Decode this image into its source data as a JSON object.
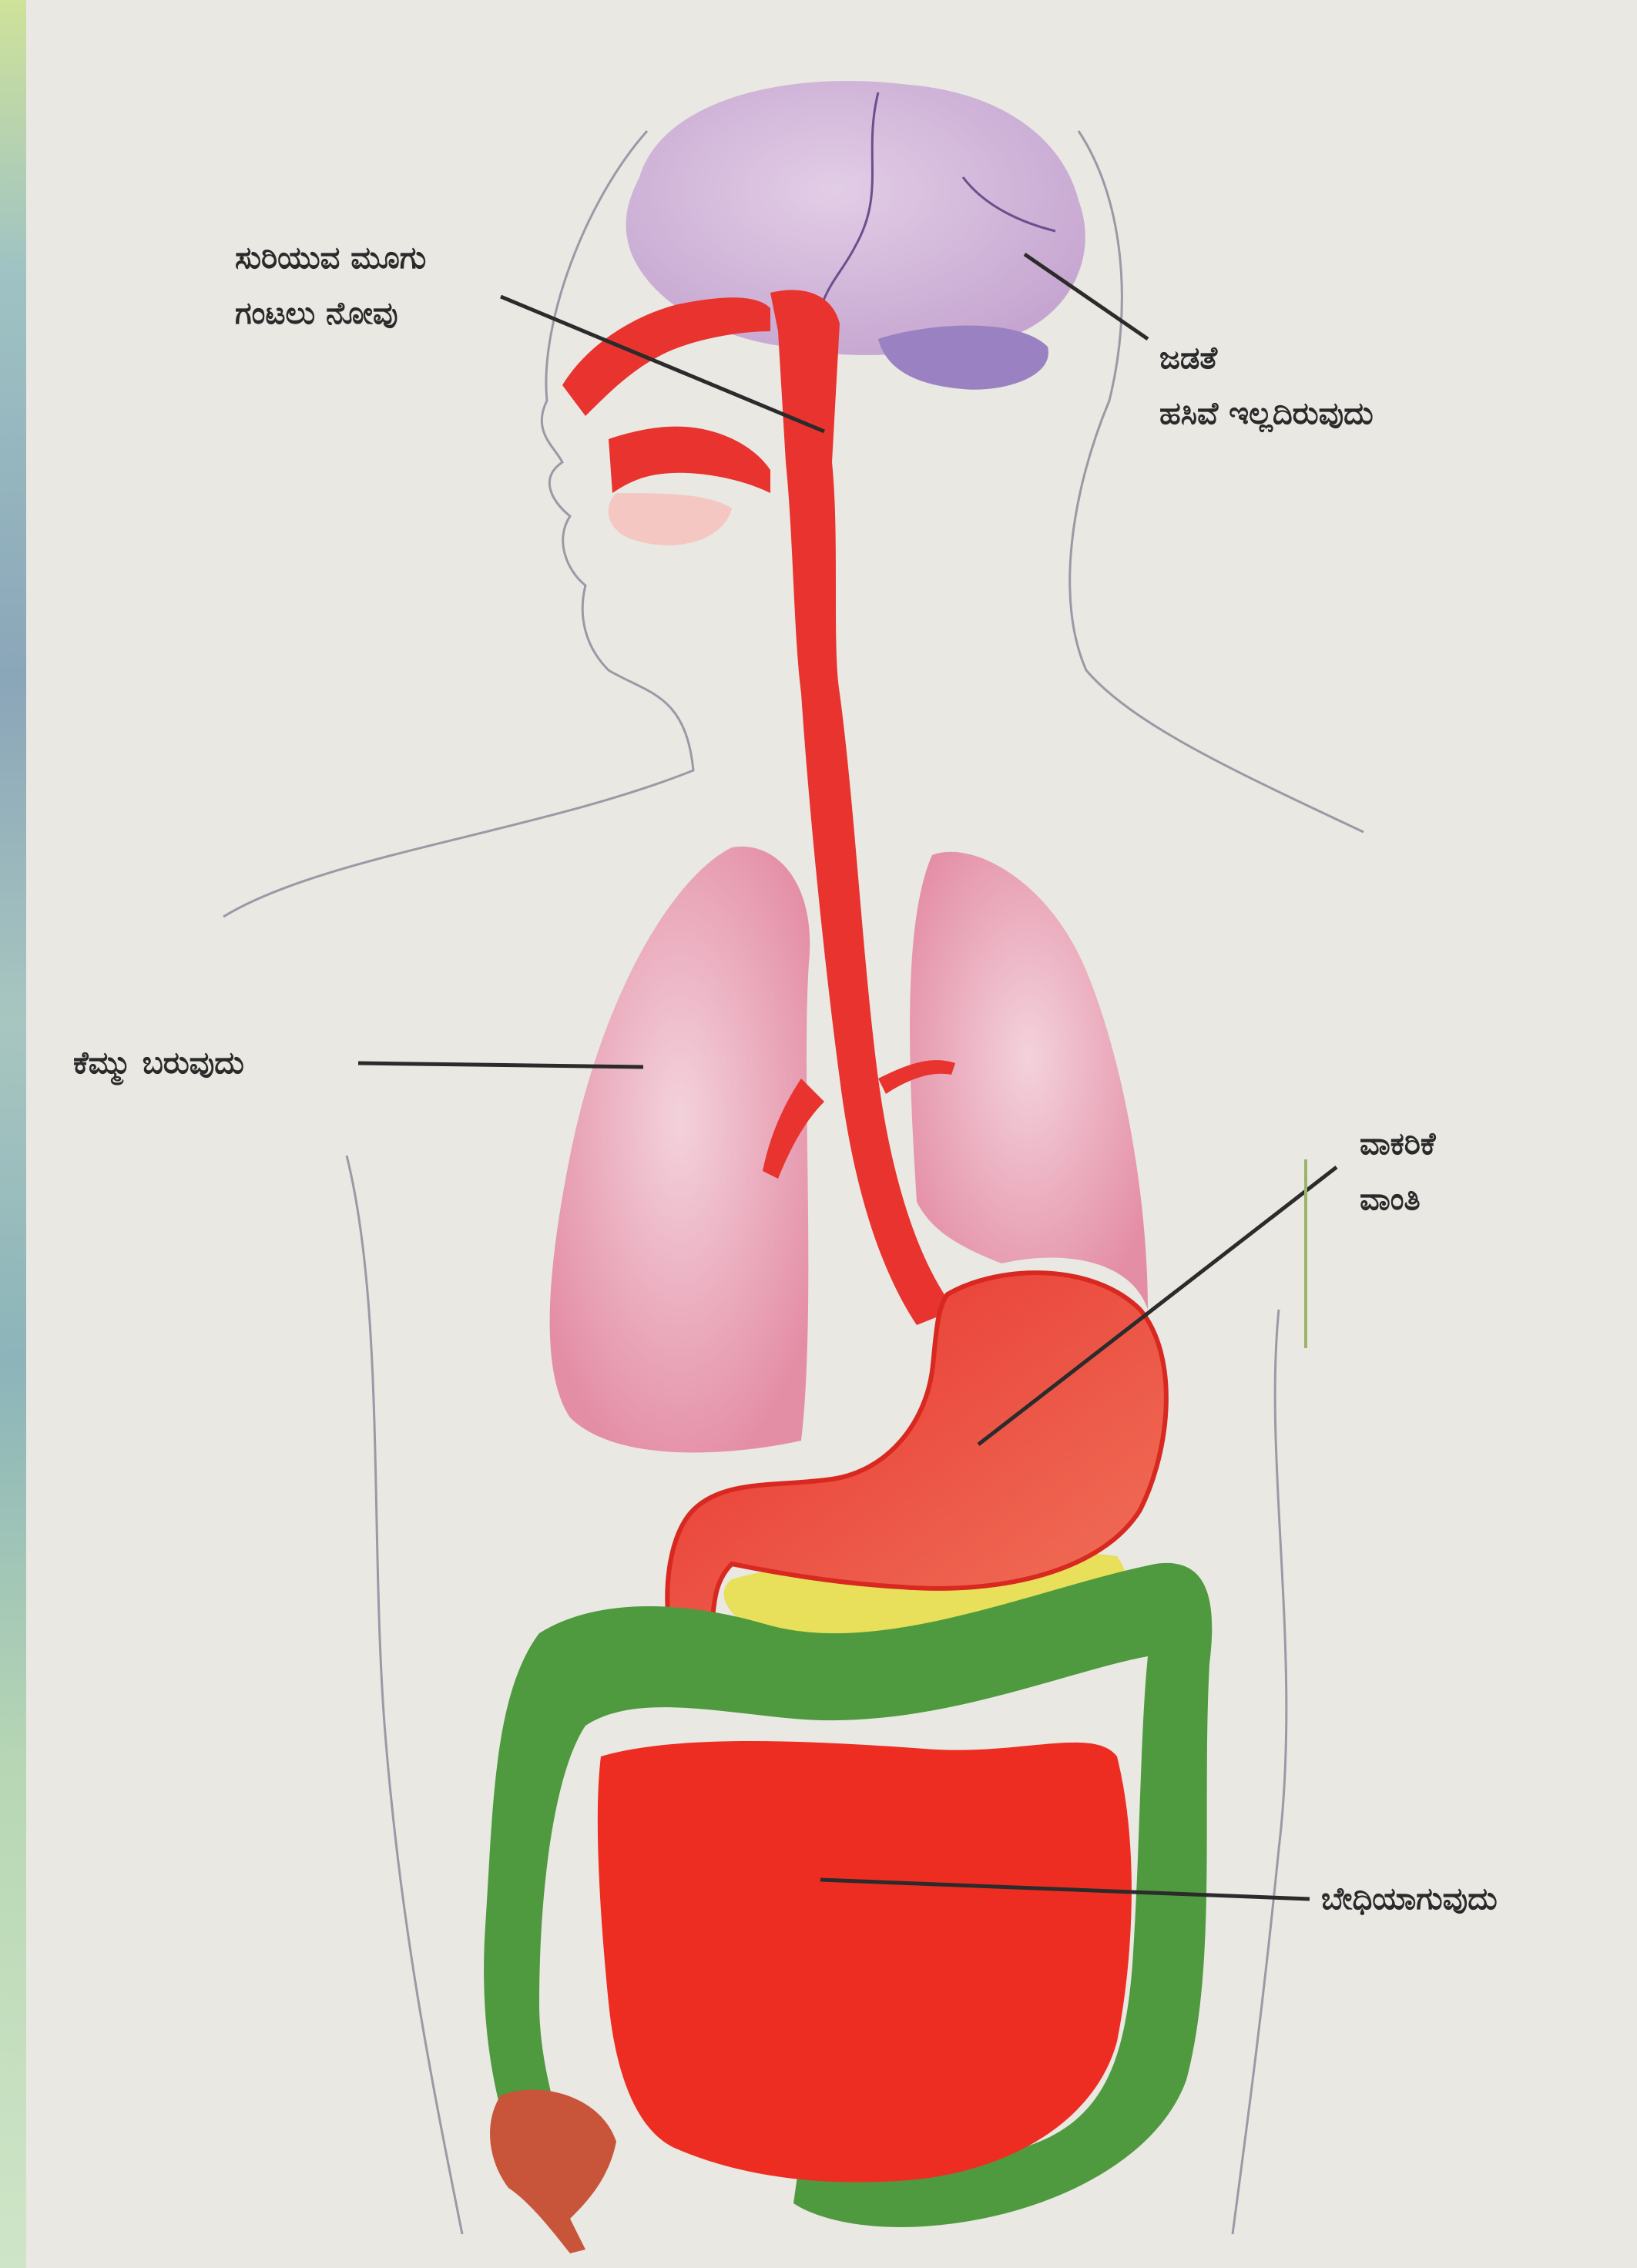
{
  "labels": {
    "nose_throat": [
      "ಸುರಿಯುವ ಮೂಗು",
      "ಗಂಟಲು ನೋವು"
    ],
    "brain": [
      "ಜಡತೆ",
      "ಹಸಿವೆ ಇಲ್ಲದಿರುವುದು"
    ],
    "lungs": "ಕೆಮ್ಮು ಬರುವುದು",
    "stomach": [
      "ವಾಕರಿಕೆ",
      "ವಾಂತಿ"
    ],
    "intestine": "ಬೇಧಿಯಾಗುವುದು"
  },
  "colors": {
    "background": "#e9e8e3",
    "digestive_tract": "#e8332e",
    "lungs": "#e99bb0",
    "brain": "#cdb0d6",
    "colon": "#4f9a3f",
    "liver_gland": "#e8e05a",
    "outline": "#9a9aa6",
    "pointer": "#2b2b2b"
  }
}
